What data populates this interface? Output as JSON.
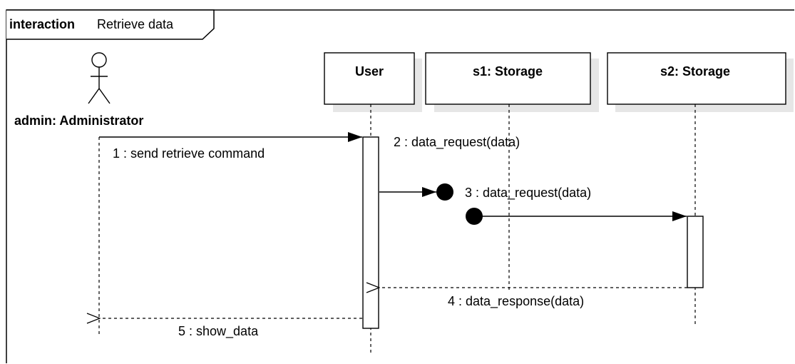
{
  "frame": {
    "keyword": "interaction",
    "name": "Retrieve data"
  },
  "actor": {
    "label": "admin: Administrator"
  },
  "lifelines": {
    "user": "User",
    "s1": "s1: Storage",
    "s2": "s2: Storage"
  },
  "messages": {
    "m1": "1 : send retrieve command",
    "m2": "2 : data_request(data)",
    "m3": "3 : data_request(data)",
    "m4": "4 : data_response(data)",
    "m5": "5 : show_data"
  }
}
